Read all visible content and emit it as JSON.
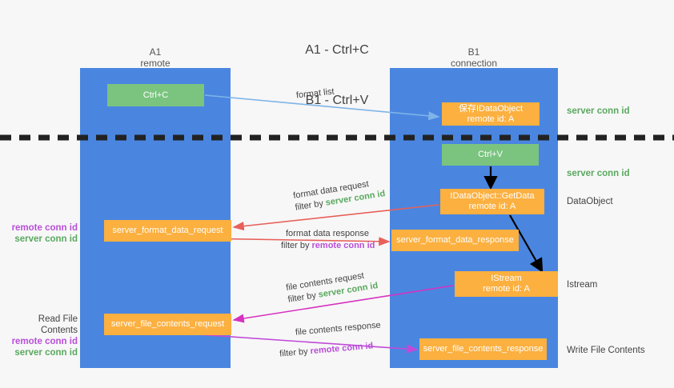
{
  "title": {
    "line1": "A1 - Ctrl+C",
    "line2": "B1 - Ctrl+V"
  },
  "lanes": [
    {
      "id": "A1",
      "name": "A1",
      "sub": "remote",
      "color": "#4a86e0"
    },
    {
      "id": "B1",
      "name": "B1",
      "sub": "connection",
      "color": "#4a86e0"
    }
  ],
  "nodes": {
    "ctrl_c": {
      "label": "Ctrl+C",
      "color": "#7ac47f"
    },
    "save_dataobject": {
      "label": "保存IDataObject",
      "sub": "remote id: A",
      "color": "#fbb040"
    },
    "ctrl_v": {
      "label": "Ctrl+V",
      "color": "#7ac47f"
    },
    "getdata": {
      "label": "IDataObject::GetData",
      "sub": "remote id: A",
      "color": "#fbb040"
    },
    "istream": {
      "label": "IStream",
      "sub": "remote id: A",
      "color": "#fbb040"
    },
    "server_format_data_request": {
      "label": "server_format_data_request",
      "color": "#fbb040"
    },
    "server_format_data_response": {
      "label": "server_format_data_response",
      "color": "#fbb040"
    },
    "server_file_contents_request": {
      "label": "server_file_contents_request",
      "color": "#fbb040"
    },
    "server_file_contents_response": {
      "label": "server_file_contents_response",
      "color": "#fbb040"
    }
  },
  "edges": {
    "format_list": {
      "line1": "format list",
      "color": "#7eb4e8"
    },
    "format_data_request": {
      "line1": "format data request",
      "filter_prefix": "filter by ",
      "filter_value": "server conn id",
      "color": "#e8605a"
    },
    "format_data_response": {
      "line1": "format data response",
      "filter_prefix": "filter by ",
      "filter_value": "remote conn id",
      "color": "#e8605a"
    },
    "file_contents_request": {
      "line1": "file contents request",
      "filter_prefix": "filter by ",
      "filter_value": "server conn id",
      "color": "#d632c0"
    },
    "file_contents_response": {
      "line1": "file contents response",
      "filter_prefix": "filter by ",
      "filter_value": "remote conn id",
      "color": "#c04ad8"
    }
  },
  "side_labels": {
    "server_conn_id_top": "server conn id",
    "server_conn_id_mid": "server conn id",
    "dataobject": "DataObject",
    "istream": "Istream",
    "write_file_contents": "Write File Contents"
  },
  "left_labels": {
    "remote_conn_id_1": "remote conn id",
    "server_conn_id_1": "server conn id",
    "read_file_contents": "Read File Contents",
    "remote_conn_id_2": "remote conn id",
    "server_conn_id_2": "server conn id"
  },
  "colors": {
    "lane": "#4a86e0",
    "green_node": "#7ac47f",
    "orange_node": "#fbb040",
    "green_text": "#5aa85f",
    "purple_text": "#b84fd8",
    "red_arrow": "#e8605a",
    "magenta_arrow": "#d632c0",
    "purple_arrow": "#c04ad8",
    "blue_arrow": "#7eb4e8",
    "black_arrow": "#000000",
    "background": "#f7f7f7"
  }
}
